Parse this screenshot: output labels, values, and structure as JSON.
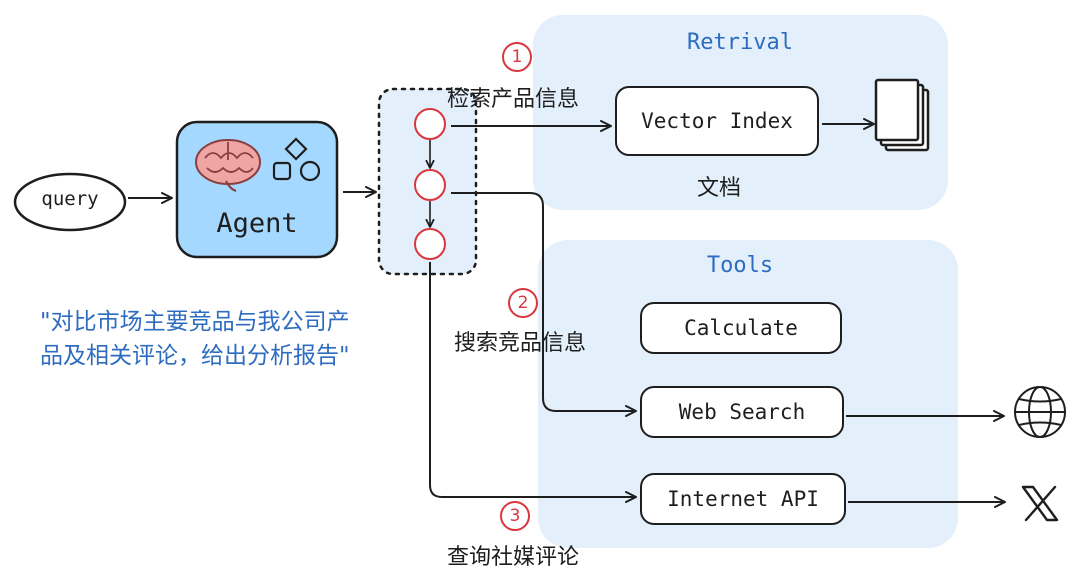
{
  "retrieval": {
    "title": "Retrival",
    "vector_index": "Vector Index",
    "docs_label": "文档"
  },
  "tools": {
    "title": "Tools",
    "calculate": "Calculate",
    "web_search": "Web Search",
    "internet_api": "Internet API"
  },
  "agent": {
    "label": "Agent"
  },
  "query": {
    "label": "query"
  },
  "steps": [
    {
      "num": "1",
      "label": "检索产品信息"
    },
    {
      "num": "2",
      "label": "搜索竞品信息"
    },
    {
      "num": "3",
      "label": "查询社媒评论"
    }
  ],
  "prompt": "\"对比市场主要竞品与我公司产品及相关评论，给出分析报告\"",
  "colors": {
    "panel": "#e3f0fb",
    "agent_fill": "#a5d8ff",
    "accent_blue": "#2d6cc0",
    "badge_red": "#d9363e",
    "stroke": "#1e1e1e"
  }
}
